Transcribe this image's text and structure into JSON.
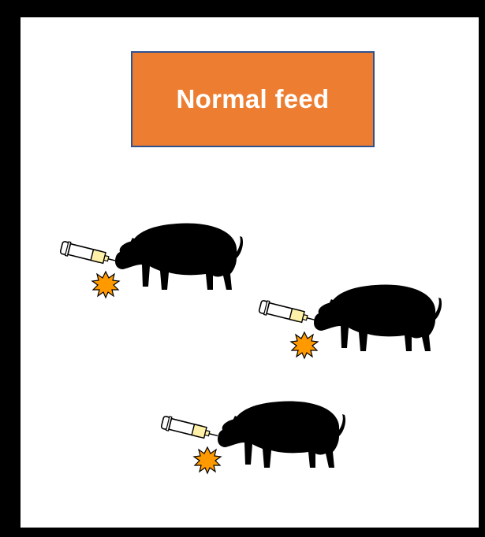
{
  "label": {
    "text": "Normal feed",
    "fill_color": "#ED7D31",
    "border_color": "#2F528F",
    "text_color": "#FFFFFF"
  },
  "colors": {
    "frame": "#000000",
    "background": "#FFFFFF",
    "pig": "#000000",
    "syringe_barrel": "#FFFFFF",
    "syringe_fluid": "#FFF2A8",
    "injection_burst": "#FF9900"
  },
  "groups": [
    {
      "name": "pig-1",
      "icons": [
        "syringe-icon",
        "injection-burst-icon",
        "pig-icon"
      ]
    },
    {
      "name": "pig-2",
      "icons": [
        "syringe-icon",
        "injection-burst-icon",
        "pig-icon"
      ]
    },
    {
      "name": "pig-3",
      "icons": [
        "syringe-icon",
        "injection-burst-icon",
        "pig-icon"
      ]
    }
  ]
}
